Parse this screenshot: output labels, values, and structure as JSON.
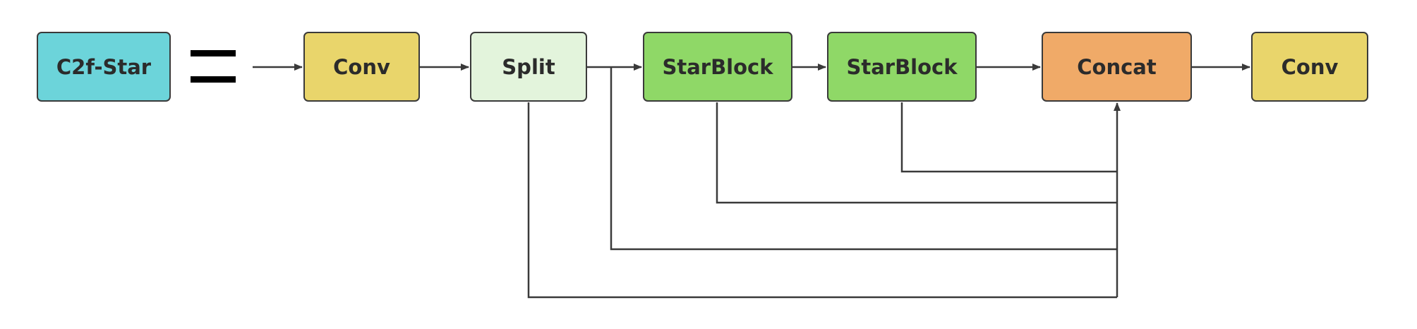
{
  "diagram": {
    "title_block": {
      "label": "C2f-Star",
      "color": "#6cd4da"
    },
    "equals_sign": "=",
    "nodes": [
      {
        "id": "conv1",
        "label": "Conv",
        "color": "#e9d56b"
      },
      {
        "id": "split",
        "label": "Split",
        "color": "#e3f4dc"
      },
      {
        "id": "starblock1",
        "label": "StarBlock",
        "color": "#8fd867"
      },
      {
        "id": "starblock2",
        "label": "StarBlock",
        "color": "#8fd867"
      },
      {
        "id": "concat",
        "label": "Concat",
        "color": "#f0aa68"
      },
      {
        "id": "conv2",
        "label": "Conv",
        "color": "#e9d56b"
      }
    ],
    "edges": [
      {
        "from": "conv1",
        "to": "split"
      },
      {
        "from": "split",
        "to": "starblock1"
      },
      {
        "from": "starblock1",
        "to": "starblock2"
      },
      {
        "from": "starblock2",
        "to": "concat"
      },
      {
        "from": "concat",
        "to": "conv2"
      },
      {
        "from": "split",
        "to": "concat"
      },
      {
        "from": "split",
        "to": "concat"
      },
      {
        "from": "starblock1",
        "to": "concat"
      },
      {
        "from": "starblock2",
        "to": "concat"
      }
    ]
  }
}
